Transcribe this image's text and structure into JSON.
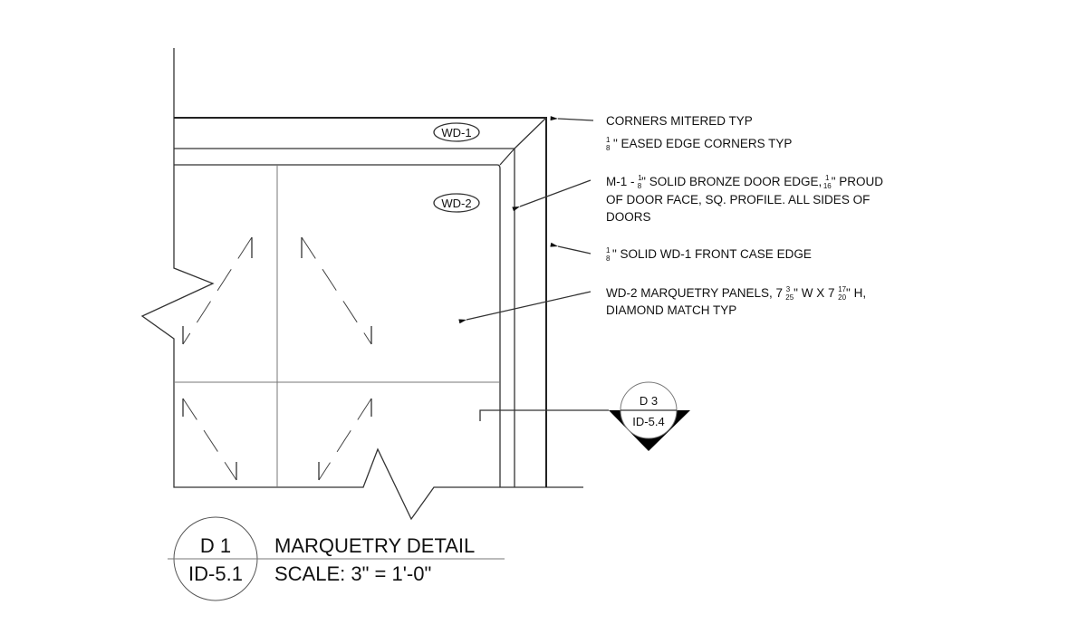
{
  "tags": {
    "wd1": "WD-1",
    "wd2": "WD-2"
  },
  "notes": {
    "n1": "CORNERS MITERED TYP",
    "n2": {
      "num": "1",
      "den": "8",
      "text": "\" EASED EDGE CORNERS TYP"
    },
    "n3": {
      "pre": "M-1 - ",
      "num1": "1",
      "den1": "8",
      "mid": "\" SOLID BRONZE DOOR EDGE, ",
      "num2": "1",
      "den2": "16",
      "post": "\" PROUD",
      "line2": "OF DOOR FACE, SQ. PROFILE. ALL SIDES OF",
      "line3": "DOORS"
    },
    "n4": {
      "num": "1",
      "den": "8",
      "text": "\" SOLID WD-1 FRONT CASE EDGE"
    },
    "n5": {
      "pre": "WD-2 MARQUETRY PANELS, 7 ",
      "num1": "3",
      "den1": "25",
      "mid": "\" W X 7 ",
      "num2": "17",
      "den2": "20",
      "post": "\" H,",
      "line2": "DIAMOND MATCH TYP"
    }
  },
  "section_marker": {
    "detail": "D 3",
    "sheet": "ID-5.4"
  },
  "title_block": {
    "detail": "D 1",
    "sheet": "ID-5.1",
    "title": "MARQUETRY DETAIL",
    "scale": "SCALE:  3\" = 1'-0\""
  }
}
